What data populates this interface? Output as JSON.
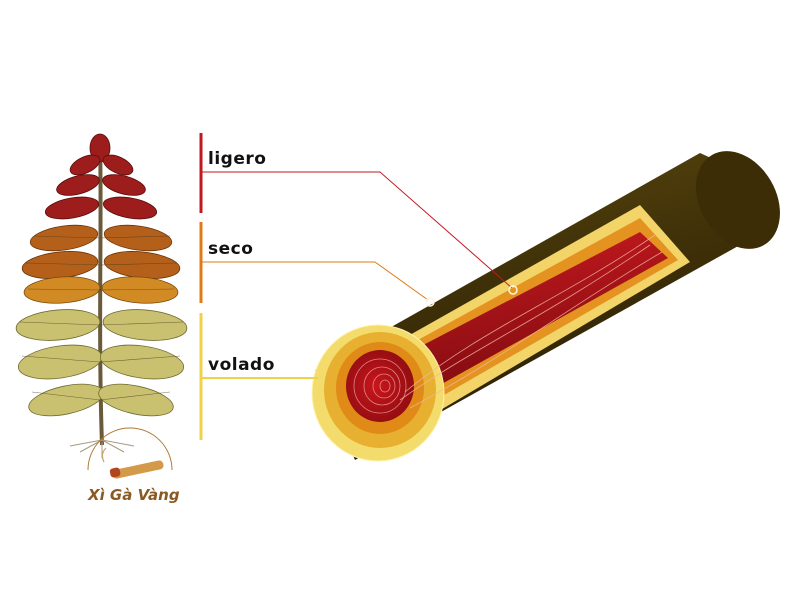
{
  "labels": {
    "ligero": "ligero",
    "seco": "seco",
    "volado": "volado"
  },
  "brand": {
    "name": "Xì Gà Vàng"
  },
  "colors": {
    "ligero": "#c0181e",
    "seco": "#e07a18",
    "volado": "#f0d24a",
    "wrapper": "#4a3a0a",
    "binder": "#e9c85a",
    "brand": "#8a5a22"
  },
  "icons": {
    "plant": "tobacco-plant-icon",
    "logo": "cigar-logo-icon"
  }
}
